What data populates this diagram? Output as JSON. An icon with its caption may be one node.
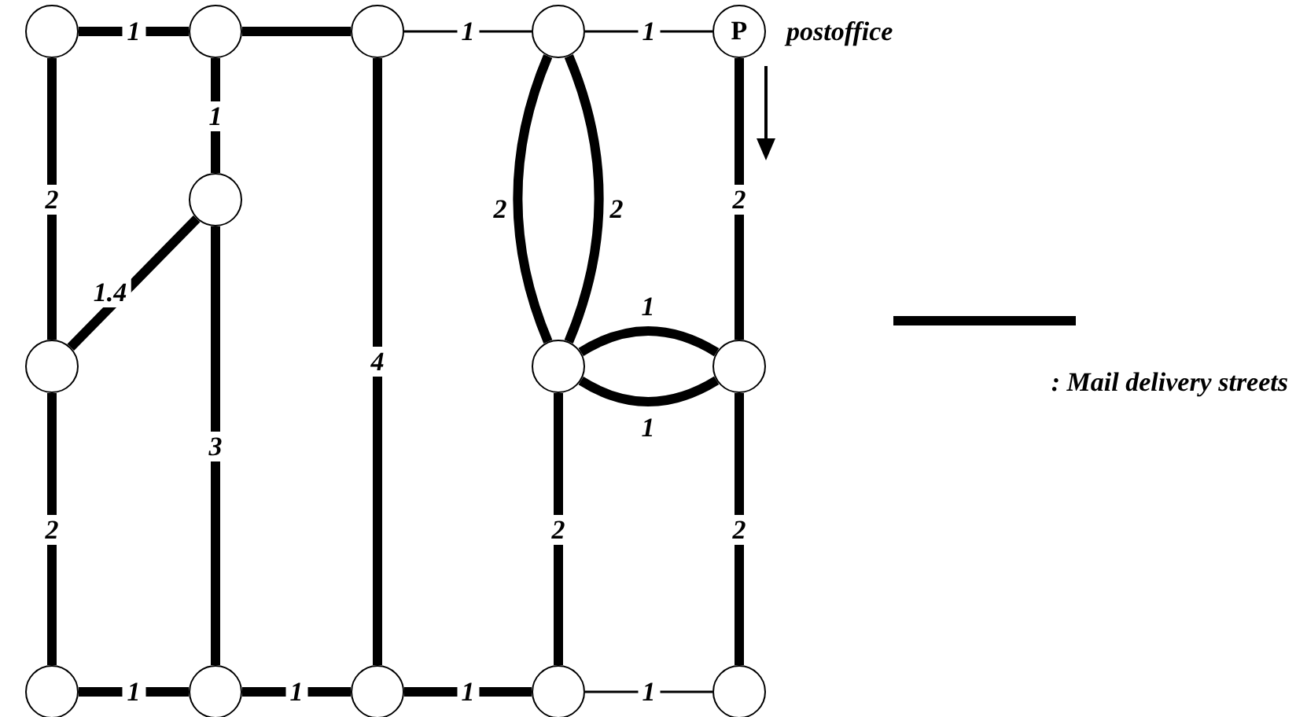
{
  "diagram": {
    "nodes": [
      {
        "text": [],
        "shape": "circle"
      },
      {
        "text": [],
        "shape": "circle"
      },
      {
        "text": [],
        "shape": "circle"
      },
      {
        "text": [],
        "shape": "circle"
      },
      {
        "text": [
          "P"
        ],
        "beside": [
          "postoffice"
        ]
      },
      {
        "text": [],
        "shape": "circle"
      },
      {
        "text": [],
        "shape": "circle"
      },
      {
        "text": [],
        "shape": "circle"
      },
      {
        "text": [],
        "shape": "circle"
      },
      {
        "text": [],
        "shape": "circle"
      },
      {
        "text": [],
        "shape": "circle"
      },
      {
        "text": [],
        "shape": "circle"
      },
      {
        "text": [],
        "shape": "circle"
      },
      {
        "text": [],
        "shape": "circle"
      }
    ],
    "edges": [
      {
        "from": 0,
        "to": 1,
        "arrow": "none",
        "label": "1"
      },
      {
        "from": 1,
        "to": 2,
        "arrow": "none"
      },
      {
        "from": 2,
        "to": 3,
        "arrow": "none",
        "label": "1"
      },
      {
        "from": 3,
        "to": 4,
        "arrow": "none",
        "label": "1"
      },
      {
        "from": 0,
        "to": 6,
        "arrow": "none",
        "label": "2"
      },
      {
        "from": 6,
        "to": 9,
        "arrow": "none",
        "label": "2"
      },
      {
        "from": 1,
        "to": 5,
        "arrow": "none",
        "label": "1"
      },
      {
        "from": 5,
        "to": 6,
        "arrow": "none",
        "label": "1.4"
      },
      {
        "from": 5,
        "to": 10,
        "arrow": "none",
        "label": "3"
      },
      {
        "from": 2,
        "to": 11,
        "arrow": "none",
        "label": "4"
      },
      {
        "from": 3,
        "to": 7,
        "arrow": "none",
        "label": "2"
      },
      {
        "from": 3,
        "to": 7,
        "arrow": "none",
        "label": "2"
      },
      {
        "from": 7,
        "to": 8,
        "arrow": "none",
        "label": "1"
      },
      {
        "from": 7,
        "to": 8,
        "arrow": "none",
        "label": "1"
      },
      {
        "from": 4,
        "to": 8,
        "arrow": "none",
        "label": "2"
      },
      {
        "from": 8,
        "to": 13,
        "arrow": "none",
        "label": "2"
      },
      {
        "from": 7,
        "to": 12,
        "arrow": "none",
        "label": "2"
      },
      {
        "from": 9,
        "to": 10,
        "arrow": "none",
        "label": "1"
      },
      {
        "from": 10,
        "to": 11,
        "arrow": "none",
        "label": "1"
      },
      {
        "from": 11,
        "to": 12,
        "arrow": "none",
        "label": "1"
      },
      {
        "from": 12,
        "to": 13,
        "arrow": "none",
        "label": "1"
      }
    ],
    "legend": [
      {
        "text": ": Mail delivery streets"
      }
    ]
  }
}
